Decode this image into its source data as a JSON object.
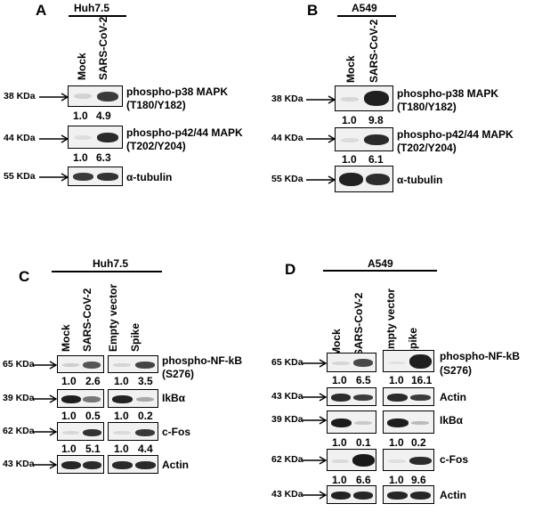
{
  "panels": [
    {
      "letter": "A",
      "cell_line": "Huh7.5",
      "lanes": [
        "Mock",
        "SARS-CoV-2"
      ],
      "blots": [
        {
          "size": "38 KDa",
          "protein": [
            "phospho-p38 MAPK",
            "(T180/Y182)"
          ],
          "values": [
            "1.0",
            "4.9"
          ]
        },
        {
          "size": "44 KDa",
          "protein": [
            "phospho-p42/44 MAPK",
            "(T202/Y204)"
          ],
          "values": [
            "1.0",
            "6.3"
          ]
        },
        {
          "size": "55 KDa",
          "protein": [
            "α-tubulin"
          ],
          "values": []
        }
      ]
    },
    {
      "letter": "B",
      "cell_line": "A549",
      "lanes": [
        "Mock",
        "SARS-CoV-2"
      ],
      "blots": [
        {
          "size": "38 KDa",
          "protein": [
            "phospho-p38 MAPK",
            "(T180/Y182)"
          ],
          "values": [
            "1.0",
            "9.8"
          ]
        },
        {
          "size": "44 KDa",
          "protein": [
            "phospho-p42/44 MAPK",
            "(T202/Y204)"
          ],
          "values": [
            "1.0",
            "6.1"
          ]
        },
        {
          "size": "55 KDa",
          "protein": [
            "α-tubulin"
          ],
          "values": []
        }
      ]
    },
    {
      "letter": "C",
      "cell_line": "Huh7.5",
      "lanes": [
        "Mock",
        "SARS-CoV-2",
        "Empty vector",
        "Spike"
      ],
      "blots": [
        {
          "size": "65 KDa",
          "protein": [
            "phospho-NF-kB",
            "(S276)"
          ],
          "values": [
            "1.0",
            "2.6",
            "1.0",
            "3.5"
          ]
        },
        {
          "size": "39 KDa",
          "protein": [
            "IkBα"
          ],
          "values": [
            "1.0",
            "0.5",
            "1.0",
            "0.2"
          ]
        },
        {
          "size": "62 KDa",
          "protein": [
            "c-Fos"
          ],
          "values": [
            "1.0",
            "5.1",
            "1.0",
            "4.4"
          ]
        },
        {
          "size": "43 KDa",
          "protein": [
            "Actin"
          ],
          "values": []
        }
      ]
    },
    {
      "letter": "D",
      "cell_line": "A549",
      "lanes": [
        "Mock",
        "SARS-CoV-2",
        "Empty vector",
        "Spike"
      ],
      "blots": [
        {
          "size": "65 KDa",
          "protein": [
            "phospho-NF-kB",
            "(S276)"
          ],
          "values": [
            "1.0",
            "6.5",
            "1.0",
            "16.1"
          ]
        },
        {
          "size": "43 KDa",
          "protein": [
            "Actin"
          ],
          "values": []
        },
        {
          "size": "39 KDa",
          "protein": [
            "IkBα"
          ],
          "values": [
            "1.0",
            "0.1",
            "1.0",
            "0.2"
          ]
        },
        {
          "size": "62 KDa",
          "protein": [
            "c-Fos"
          ],
          "values": [
            "1.0",
            "6.6",
            "1.0",
            "9.6"
          ]
        },
        {
          "size": "43 KDa",
          "protein": [
            "Actin"
          ],
          "values": []
        }
      ]
    }
  ]
}
